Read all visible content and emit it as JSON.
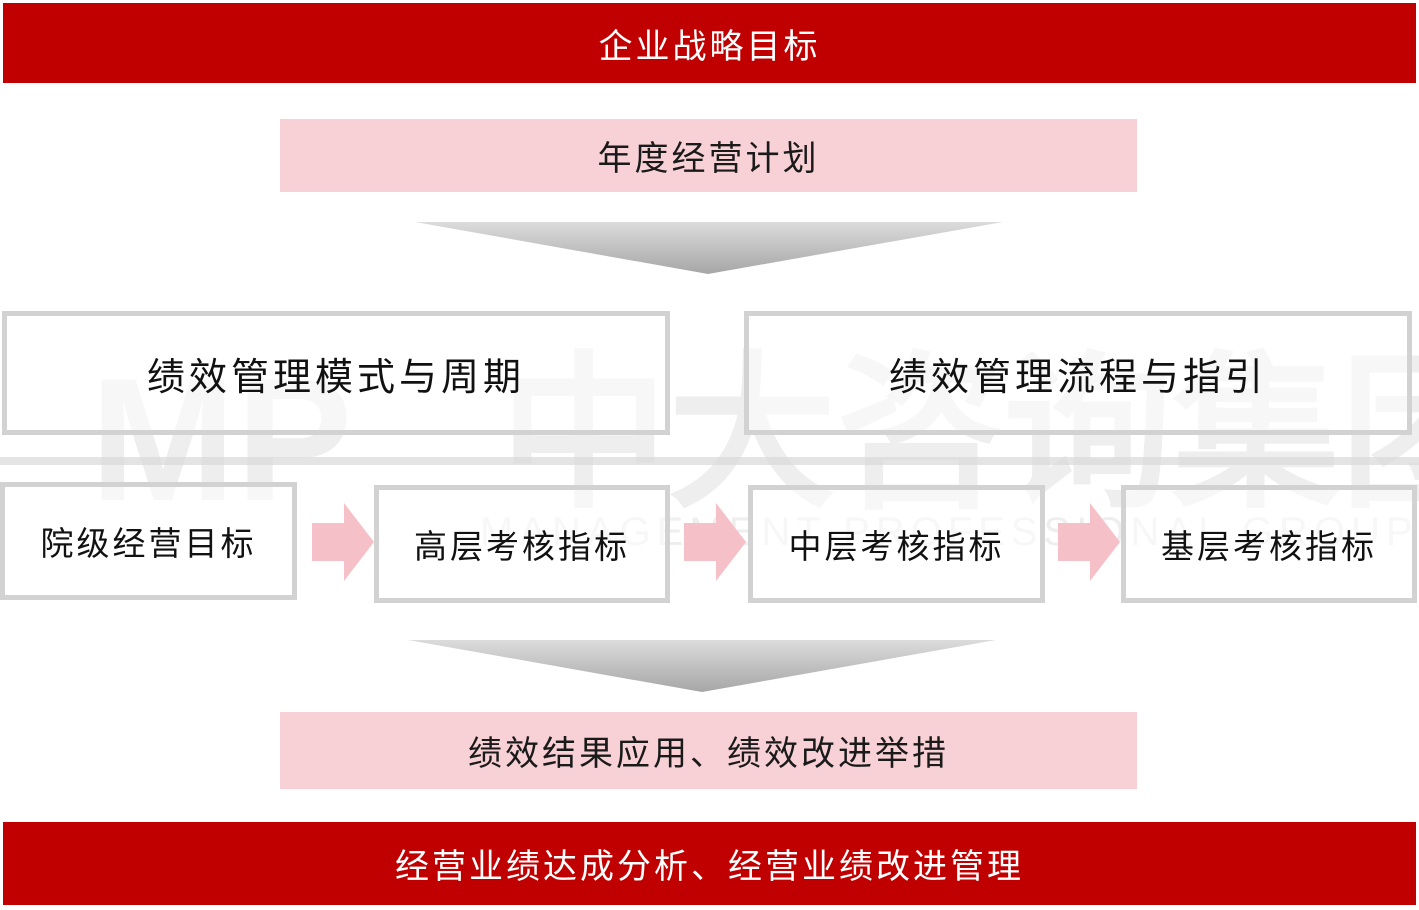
{
  "colors": {
    "red": "#c00000",
    "pink": "#f7d1d6",
    "outline": "#d2d2d2",
    "arrow_gray": "#c0c0c0",
    "arrow_pink": "#f6c0c8"
  },
  "top_band": {
    "label": "企业战略目标"
  },
  "annual_plan": {
    "label": "年度经营计划"
  },
  "top_left_box": {
    "label": "绩效管理模式与周期"
  },
  "top_right_box": {
    "label": "绩效管理流程与指引"
  },
  "chain": [
    {
      "label": "院级经营目标"
    },
    {
      "label": "高层考核指标"
    },
    {
      "label": "中层考核指标"
    },
    {
      "label": "基层考核指标"
    }
  ],
  "results_band": {
    "label": "绩效结果应用、绩效改进举措"
  },
  "bottom_band": {
    "label": "经营业绩达成分析、经营业绩改进管理"
  },
  "watermark": {
    "logo": "MP",
    "company_name": "中大咨询集团",
    "english_name": "MANAGEMENT PROFESSIONAL GROUP"
  },
  "icons": {
    "down_arrow_1": "down-chevron-arrow",
    "down_arrow_2": "down-chevron-arrow",
    "right_arrow": "right-arrow"
  }
}
